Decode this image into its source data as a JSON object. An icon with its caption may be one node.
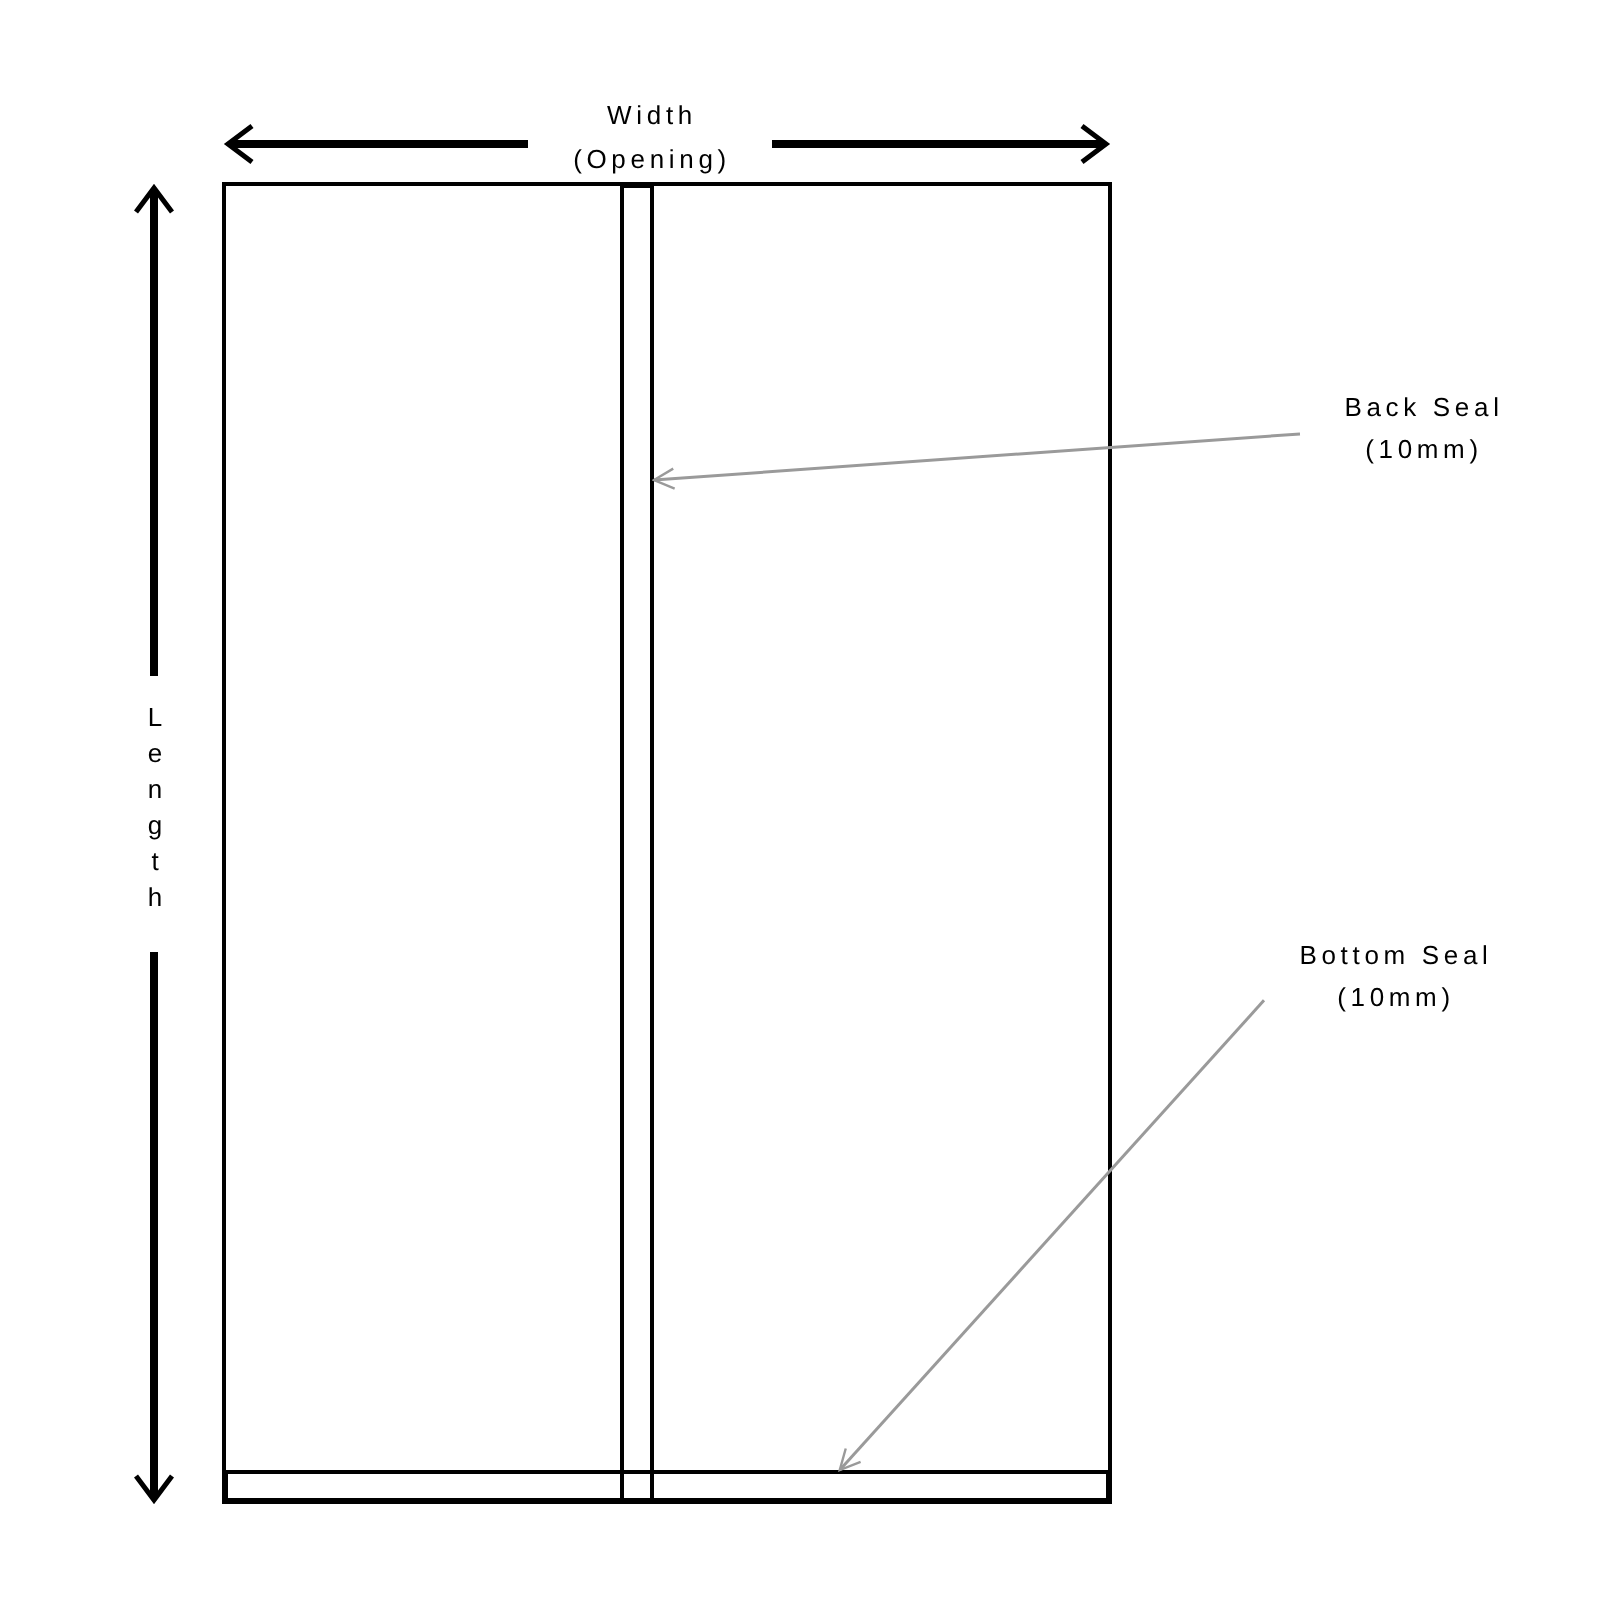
{
  "diagram": {
    "nodes": [
      {
        "text": [
          "Back Seal (10mm)"
        ]
      },
      {
        "text": [],
        "shape": "bar"
      },
      {
        "text": [
          "Bottom Seal (10mm)"
        ]
      },
      {
        "text": [],
        "shape": "bar"
      }
    ],
    "edges": [
      {
        "from": 0,
        "to": 1,
        "arrow": "to"
      },
      {
        "from": 2,
        "to": 3,
        "arrow": "to"
      }
    ],
    "labels": [
      "Width (Opening)",
      "Length"
    ]
  }
}
